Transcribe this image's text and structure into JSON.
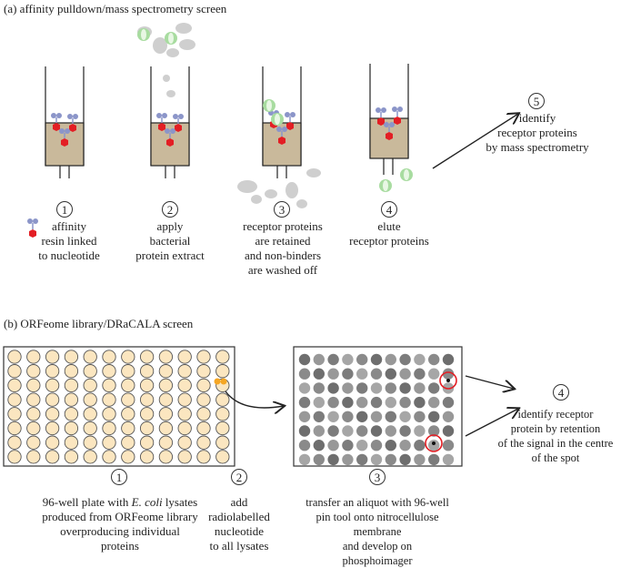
{
  "panel_a": {
    "title": "(a)  affinity pulldown/mass spectrometry screen",
    "steps": [
      {
        "num": "1",
        "caption": "affinity\nresin linked\nto nucleotide"
      },
      {
        "num": "2",
        "caption": "apply\nbacterial\nprotein extract"
      },
      {
        "num": "3",
        "caption": "receptor proteins\nare retained\nand non-binders\nare washed off"
      },
      {
        "num": "4",
        "caption": "elute\nreceptor proteins"
      },
      {
        "num": "5",
        "caption": "identify\nreceptor proteins\nby mass spectrometry"
      }
    ]
  },
  "panel_b": {
    "title": "(b)  ORFeome library/DRaCALA screen",
    "steps": [
      {
        "num": "1",
        "caption": "96-well plate with E. coli lysates\nproduced from ORFeome library\noverproducing individual\nproteins"
      },
      {
        "num": "2",
        "caption": "add\nradiolabelled\nnucleotide\nto all lysates"
      },
      {
        "num": "3",
        "caption": "transfer an aliquot with 96-well\npin tool onto nitrocellulose membrane\nand develop on\nphosphoimager"
      },
      {
        "num": "4",
        "caption": "identify receptor\nprotein by retention\nof the signal in the centre\nof the spot"
      }
    ]
  },
  "colors": {
    "resin": "#c9b99b",
    "ligand": "#e31e24",
    "linker": "#8b95c9",
    "receptor": "#a8dca0",
    "nonbinder": "#cfcfcf",
    "well": "#fbe6c0",
    "nucleotide": "#f5a623",
    "highlight": "#e31e24"
  }
}
